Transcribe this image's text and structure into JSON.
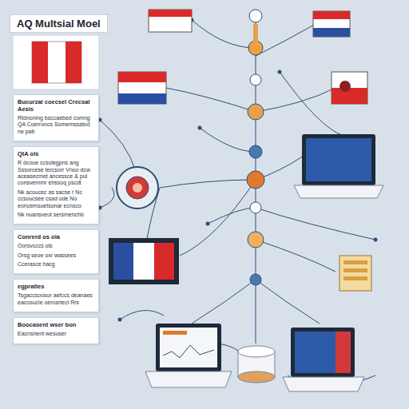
{
  "diagram": {
    "title": "AQ Multsial Moel",
    "nodes": [
      {
        "text": [
          "Bucurzal coecsel Crecsal Aesis",
          "Rtdnoning bsccaebed comng QA Coerroncs Somemssatod ne pab"
        ]
      },
      {
        "text": [
          "QtA ols",
          "R dcoue ccsolegpns ang Sssorcese tercsorr Vnoo dcw aceasecmet ancessce & pul consvernmr ehssoq pscdt",
          "Nk acoucec as sacse r Nc ccsoucsee csad ode No eoncemsuetsonar ecnsco",
          "Nk nuansveut sersmenchb"
        ]
      },
      {
        "text": [
          "Conrerd os ola",
          "Oorsvcccs ols",
          "Orsg seoe oxr wassees",
          "Ccerasce hacg"
        ]
      },
      {
        "text": [
          "egpratles",
          "Tsgaccsoosor aefccs deanaes eacosucie oerosrtecl Rrs"
        ]
      },
      {
        "text": [
          "Boocasent wser bon",
          "Eacnsnent wesuser"
        ]
      }
    ]
  }
}
